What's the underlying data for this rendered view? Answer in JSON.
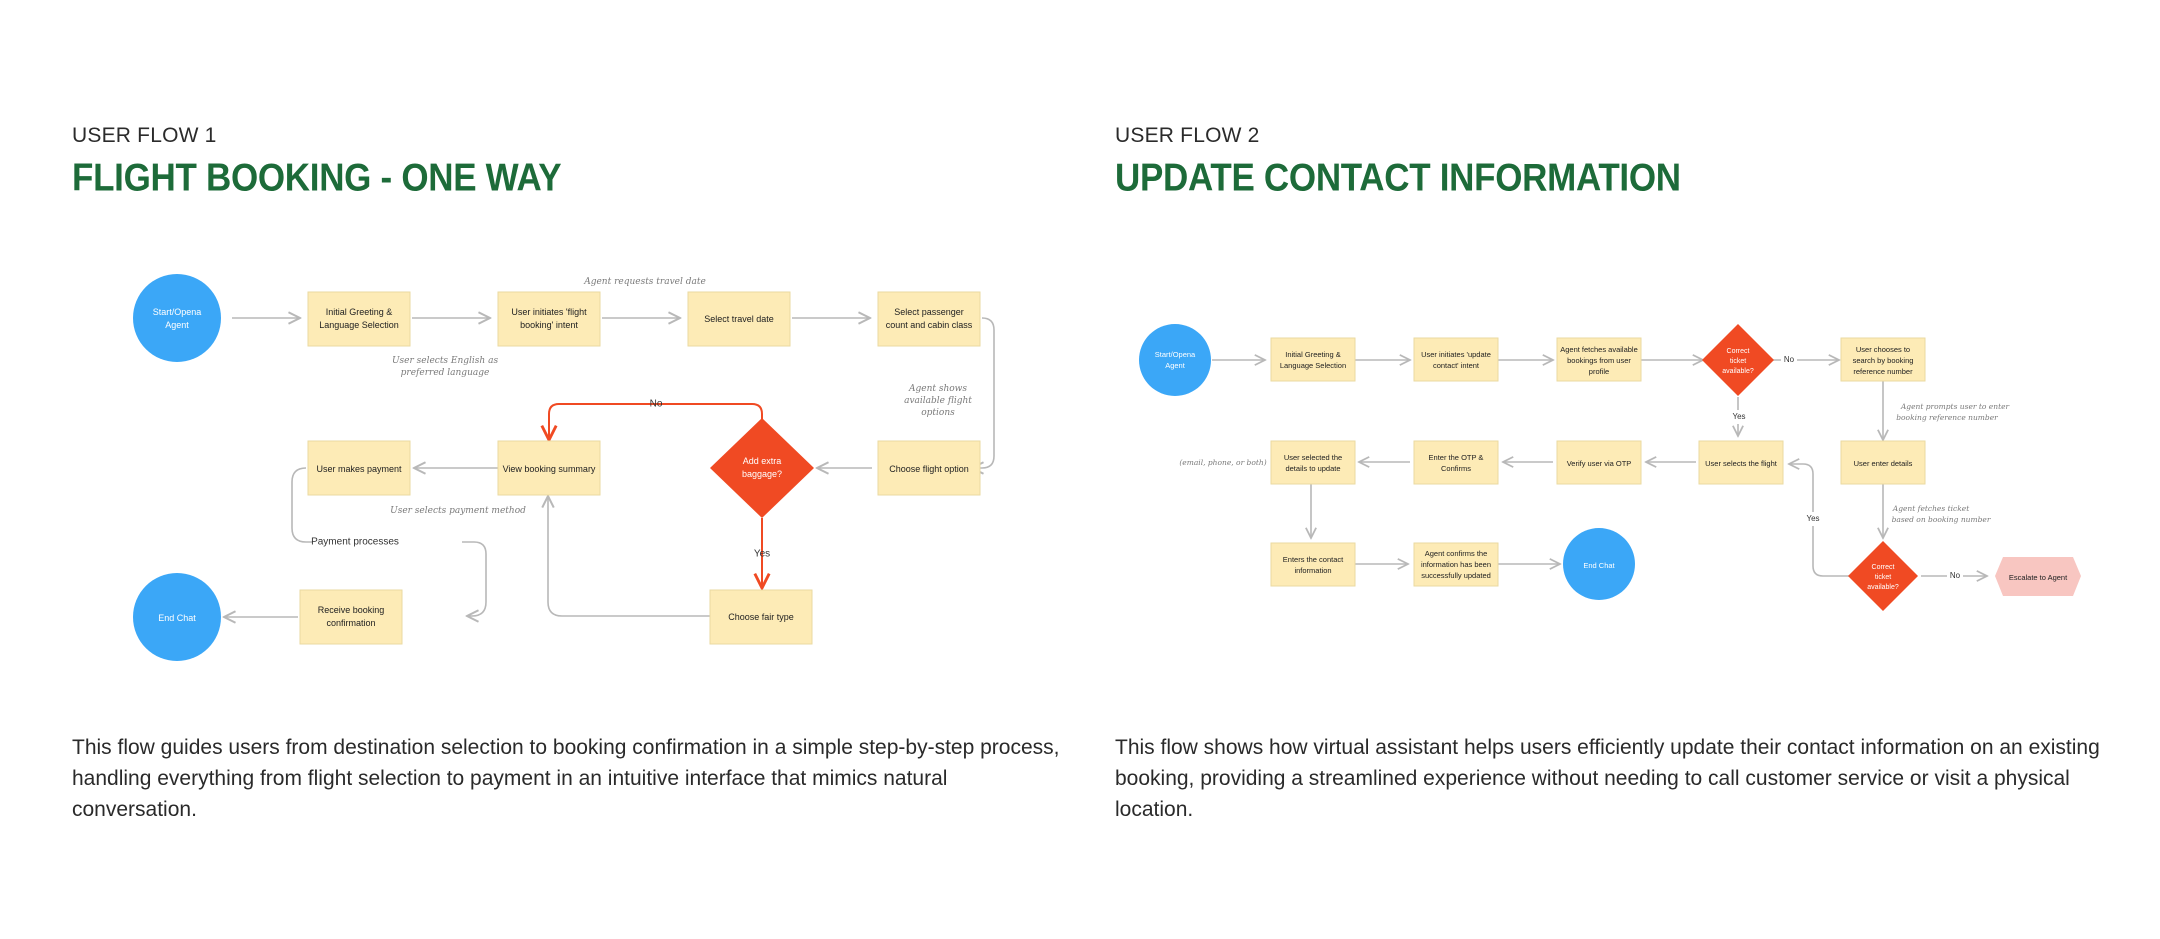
{
  "colors": {
    "title": "#1d6b39",
    "start_end": "#3ba7f7",
    "decision": "#f04a23",
    "step": "#fdebb6",
    "escalate": "#f8c6c1",
    "connector": "#b8b8b8"
  },
  "flow1": {
    "label": "USER FLOW 1",
    "title": "FLIGHT BOOKING - ONE WAY",
    "description": "This flow guides users from destination selection to booking confirmation in a simple step-by-step process, handling everything from flight selection to payment in an intuitive interface that mimics natural conversation.",
    "nodes": {
      "start": [
        "Start/Opena",
        "Agent"
      ],
      "greeting": [
        "Initial Greeting &",
        "Language Selection"
      ],
      "intent": [
        "User initiates 'flight",
        "booking' intent"
      ],
      "travel_date": [
        "Select travel date"
      ],
      "passenger": [
        "Select passenger",
        "count and cabin class"
      ],
      "flight_option": [
        "Choose flight option"
      ],
      "baggage": [
        "Add extra",
        "baggage?"
      ],
      "summary": [
        "View booking summary"
      ],
      "payment": [
        "User makes payment"
      ],
      "fair_type": [
        "Choose fair type"
      ],
      "confirmation": [
        "Receive booking",
        "confirmation"
      ],
      "end": [
        "End Chat"
      ]
    },
    "edge_labels": {
      "no": "No",
      "yes": "Yes",
      "payment_processes": "Payment processes"
    },
    "notes": {
      "language": [
        "User selects English as",
        "preferred language"
      ],
      "travel_date": [
        "Agent requests travel date"
      ],
      "flights": [
        "Agent shows",
        "available flight",
        "options"
      ],
      "payment_method": [
        "User selects payment method"
      ]
    }
  },
  "flow2": {
    "label": "USER FLOW 2",
    "title": "UPDATE CONTACT INFORMATION",
    "description": "This flow shows how virtual assistant helps users efficiently update their contact information on an existing booking, providing a streamlined experience without needing to call customer service or visit a physical location.",
    "nodes": {
      "start": [
        "Start/Opena",
        "Agent"
      ],
      "greeting": [
        "Initial Greeting &",
        "Language Selection"
      ],
      "intent": [
        "User initiates 'update",
        "contact' intent"
      ],
      "fetch": [
        "Agent fetches available",
        "bookings from user",
        "profile"
      ],
      "ticket_decision": [
        "Correct",
        "ticket",
        "available?"
      ],
      "search": [
        "User chooses to",
        "search by booking",
        "reference number"
      ],
      "selects_flight": [
        "User selects the flight"
      ],
      "verify": [
        "Verify user via OTP"
      ],
      "otp": [
        "Enter the OTP &",
        "Confirms"
      ],
      "details_update": [
        "User selected the",
        "details to update"
      ],
      "enter_details": [
        "User enter details"
      ],
      "enters_contact": [
        "Enters the contact",
        "information"
      ],
      "agent_confirms": [
        "Agent confirms the",
        "information has been",
        "successfully updated"
      ],
      "end": [
        "End Chat"
      ],
      "ticket_decision2": [
        "Correct",
        "ticket",
        "available?"
      ],
      "escalate": [
        "Escalate to Agent"
      ]
    },
    "edge_labels": {
      "no": "No",
      "yes": "Yes",
      "yes2": "Yes",
      "no2": "No"
    },
    "notes": {
      "email": [
        "(email, phone, or both)"
      ],
      "prompt": [
        "Agent prompts user to enter",
        "booking reference number"
      ],
      "fetch_ticket": [
        "Agent fetches ticket",
        "based on booking number"
      ]
    }
  }
}
